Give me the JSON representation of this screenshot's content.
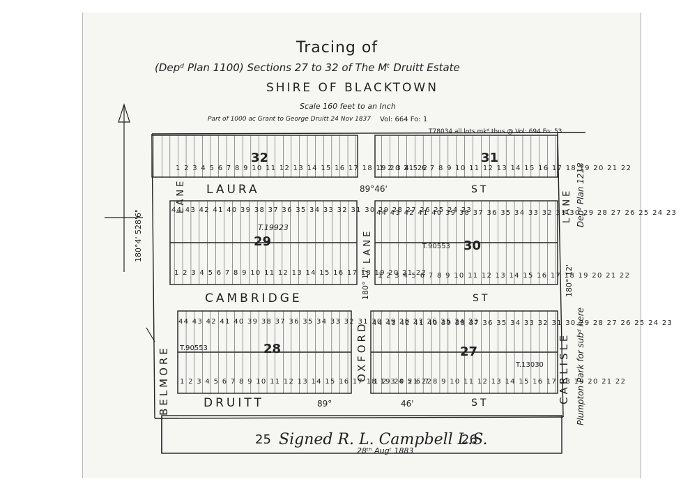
{
  "title": "Tracing of",
  "subtitle": "(Depᵈ Plan 1100) Sections 27 to 32 of The Mᵗ Druitt Estate",
  "shire": "SHIRE OF BLACKTOWN",
  "scale": "Scale 160 feet to an Inch",
  "grant_note": "Part of 1000 ac Grant to George Druitt 24 Nov 1837",
  "vol_ref_left": "Vol: 664 Fo: 1",
  "vol_ref_right": "T78034 all lots mkᵈ thus @ Vol: 694 Fo: 53",
  "streets": {
    "laura": "LAURA",
    "laura_st": "ST",
    "cambridge": "CAMBRIDGE",
    "cambridge_st": "ST",
    "druitt": "DRUITT",
    "druitt_st": "ST",
    "belmore": "BELMORE",
    "oxford": "OXFORD",
    "carlisle": "CARLISLE",
    "lane_left": "LANE",
    "lane_mid": "LANE",
    "lane_right": "LANE"
  },
  "bearings": {
    "laura": "89°46'",
    "druitt_a": "89°",
    "druitt_b": "46'",
    "left": "180°4' 528'6\"",
    "mid": "180° 17'",
    "right": "180° 12'"
  },
  "sections": {
    "s32": "32",
    "s31": "31",
    "s29": "29",
    "s30": "30",
    "s28": "28",
    "s27": "27"
  },
  "lots": {
    "top": "1 2 3 4 5 6 7 8 9 10 11 12 13 14 15 16 17 18 19 20 21 22",
    "mid_upper": "44 43 42 41 40 39 38 37 36 35 34 33 32 31 30 29 28 27 26 25 24 23",
    "mid_lower": "1 2 3 4 5 6 7 8 9 10 11 12 13 14 15 16 17 18 19 20 21 22"
  },
  "titles": {
    "t29": "T.19923",
    "t30": "T.90553",
    "t28": "T.90553",
    "t27": "T.13030"
  },
  "adjoining": {
    "left": "25",
    "right": "26"
  },
  "dep_plan": "Depᵈ Plan 1218",
  "plumpton": "Plumpton Park for subᵈ here",
  "signature": "Signed R. L. Campbell L.S.",
  "signature_date": "28ᵗʰ Augᵗ 1883"
}
